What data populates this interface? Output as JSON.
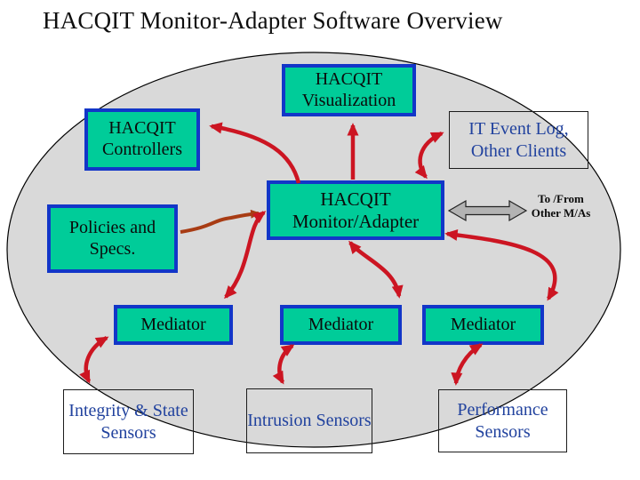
{
  "slide": {
    "title": "HACQIT Monitor-Adapter Software Overview"
  },
  "nodes": {
    "visualization": {
      "label": "HACQIT Visualization"
    },
    "controllers": {
      "label": "HACQIT Controllers"
    },
    "event_log": {
      "label": "IT Event Log, Other Clients"
    },
    "monitor_adapter": {
      "label": "HACQIT Monitor/Adapter"
    },
    "policies": {
      "label": "Policies and Specs."
    },
    "mediator_1": {
      "label": "Mediator"
    },
    "mediator_2": {
      "label": "Mediator"
    },
    "mediator_3": {
      "label": "Mediator"
    },
    "integrity_sensors": {
      "label": "Integrity & State Sensors"
    },
    "intrusion_sensors": {
      "label": "Intrusion Sensors"
    },
    "performance_sensors": {
      "label": "Performance Sensors"
    }
  },
  "annotations": {
    "to_from_label": "To /From Other M/As"
  },
  "colors": {
    "node_fill": "#00cc99",
    "node_border": "#1236c8",
    "client_text": "#21429e",
    "arrow_red": "#cc1522",
    "arrow_brown": "#a83c14",
    "ellipse_fill": "#d9d9d9",
    "block_arrow_fill": "#b3b3b3"
  }
}
